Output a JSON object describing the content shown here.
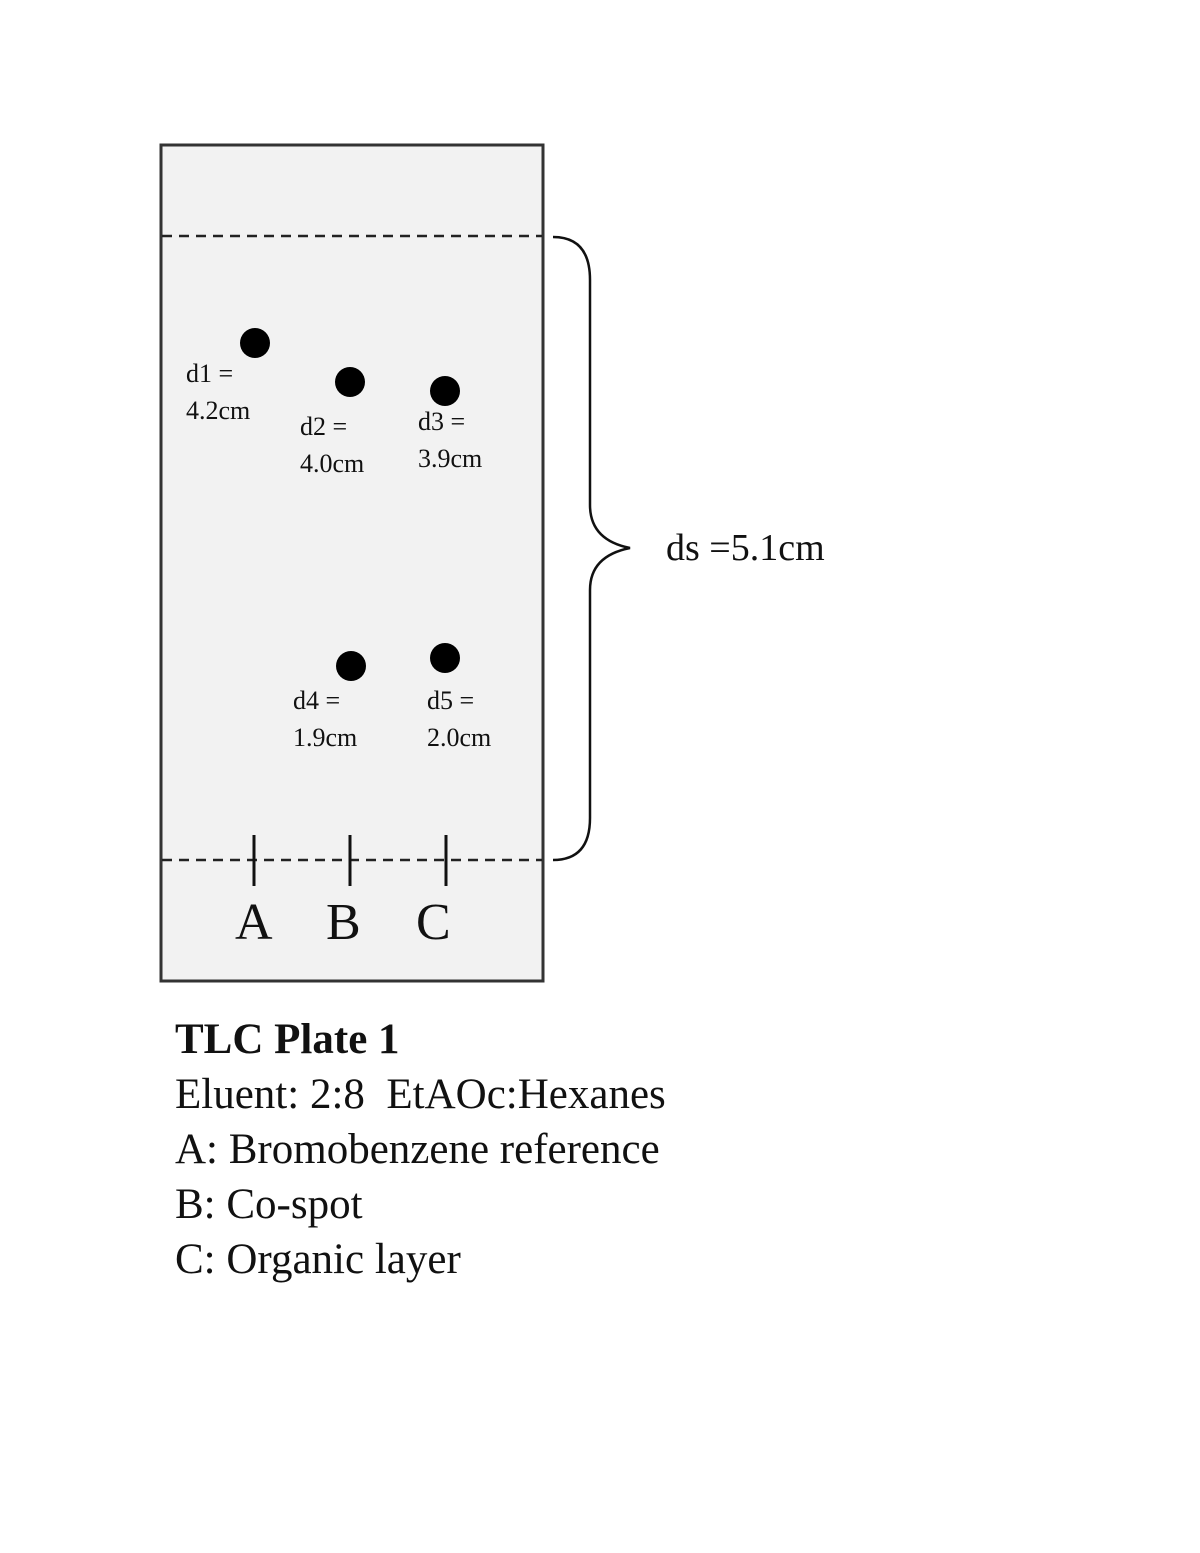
{
  "plate": {
    "spots": [
      {
        "id": "d1",
        "label": "d1 =",
        "value": "4.2cm"
      },
      {
        "id": "d2",
        "label": "d2 =",
        "value": "4.0cm"
      },
      {
        "id": "d3",
        "label": "d3 =",
        "value": "3.9cm"
      },
      {
        "id": "d4",
        "label": "d4 =",
        "value": "1.9cm"
      },
      {
        "id": "d5",
        "label": "d5 =",
        "value": "2.0cm"
      }
    ],
    "lanes": [
      "A",
      "B",
      "C"
    ],
    "solvent_front_label": "ds =5.1cm"
  },
  "caption": {
    "title": "TLC Plate 1",
    "lines": [
      "Eluent: 2:8  EtAOc:Hexanes",
      "A: Bromobenzene reference",
      "B: Co-spot",
      "C: Organic layer"
    ]
  }
}
